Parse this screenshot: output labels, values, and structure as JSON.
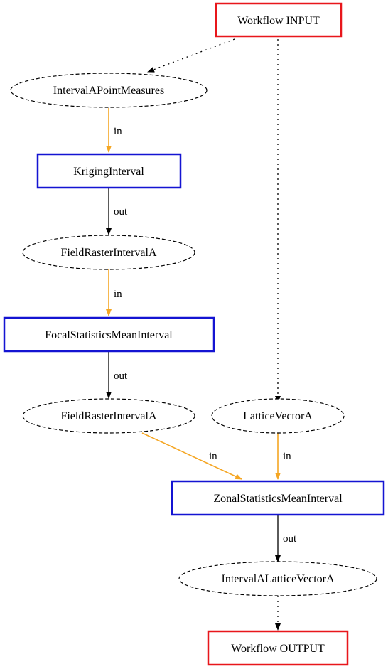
{
  "colors": {
    "io_border": "#e8161b",
    "tool_border": "#1414d2",
    "input_edge": "#f5a623",
    "output_edge": "#000000",
    "data_border": "#000000"
  },
  "nodes": {
    "workflow_input": "Workflow INPUT",
    "interval_a_point_measures": "IntervalAPointMeasures",
    "kriging_interval": "KrigingInterval",
    "field_raster_interval_a_1": "FieldRasterIntervalA",
    "focal_statistics_mean_interval": "FocalStatisticsMeanInterval",
    "field_raster_interval_a_2": "FieldRasterIntervalA",
    "lattice_vector_a": "LatticeVectorA",
    "zonal_statistics_mean_interval": "ZonalStatisticsMeanInterval",
    "interval_a_lattice_vector_a": "IntervalALatticeVectorA",
    "workflow_output": "Workflow OUTPUT"
  },
  "edge_labels": {
    "e1": "in",
    "e2": "out",
    "e3": "in",
    "e4": "out",
    "e5": "in",
    "e6": "in",
    "e7": "out"
  }
}
